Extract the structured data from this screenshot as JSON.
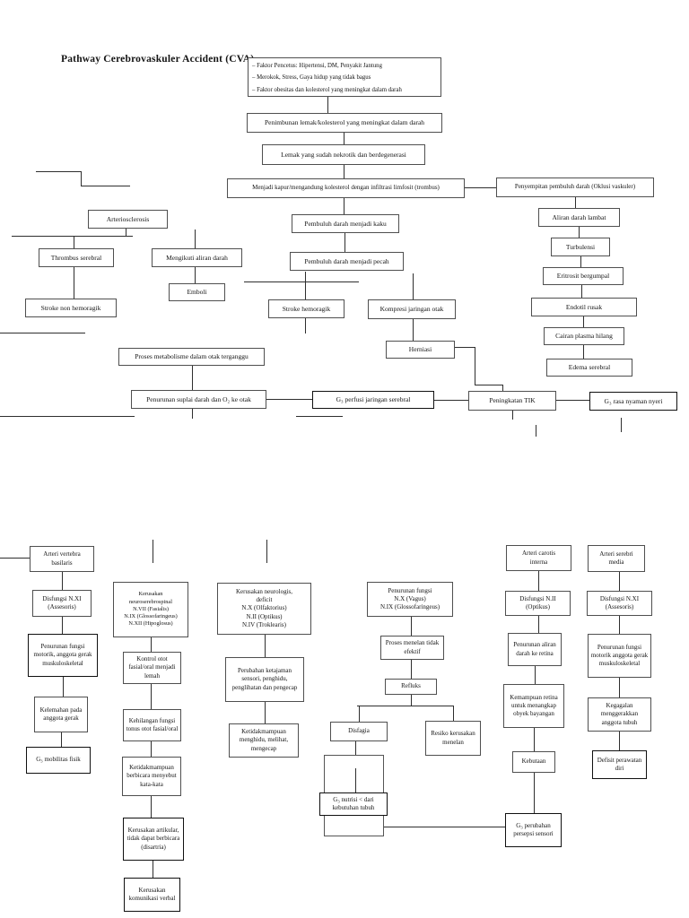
{
  "page": {
    "title": "Pathway Cerebrovaskuler Accident (CVA)"
  },
  "nodes": {
    "risk_factors": "– Faktor Pencetus: Hipertensi, DM, Penyakit Jantung\n– Merokok, Stress, Gaya hidup yang tidak bagus\n– Faktor obesitas dan kolesterol yang meningkat dalam darah",
    "penimbunan": "Penimbunan lemak/kolesterol yang meningkat dalam darah",
    "lemak_nekrotik": "Lemak yang sudah nekrotik dan berdegenerasi",
    "menjadi_kapur": "Menjadi kapur/mengandung kolesterol dengan infiltrasi limfosit (trombus)",
    "penyempitan": "Penyempitan pembuluh darah (Oklusi vaskuler)",
    "aliran_lambat": "Aliran darah lambat",
    "turbulensi": "Turbulensi",
    "eritrosit": "Eritrosit bergumpal",
    "endotil": "Endotil rusak",
    "cairan_plasma": "Cairan plasma hilang",
    "edema": "Edema serebral",
    "arteriosclerosis": "Arteriosclerosis",
    "thrombus": "Thrombus serebral",
    "mengikuti": "Mengikuti aliran darah",
    "emboli": "Emboli",
    "stroke_non": "Stroke non hemoragik",
    "kaku": "Pembuluh darah menjadi kaku",
    "pecah": "Pembuluh darah menjadi pecah",
    "stroke_hem": "Stroke hemoragik",
    "kompresi": "Kompresi jaringan otak",
    "herniasi": "Herniasi",
    "metabolisme": "Proses metabolisme dalam otak terganggu",
    "suplai": "Penurunan suplai darah dan O₂ ke otak",
    "perfusi": "G₃ perfusi jaringan serebral",
    "tik": "Peningkatan TIK",
    "nyeri": "G₃ rasa nyaman nyeri",
    "vertebra": "Arteri vertebra\nbasilaris",
    "disfungsi_xi_a": "Disfungsi N.XI\n(Assesoris)",
    "motorik_a": "Penurunan fungsi motorik, anggota gerak muskuloskeletal",
    "kelemahan": "Kelemahan pada anggota gerak",
    "mobilitas": "G₃ mobilitas fisik",
    "neuroserebro": "Kerusakan\nneuroserebrospinal\nN.VII (Fasialis)\nN.IX (Glossofaringeus)\nN.XII (Hipoglosus)",
    "kontrol": "Kontrol otot fasial/oral menjadi lemah",
    "kehilangan": "Kehilangan fungsi tonus otot fasial/oral",
    "ketidakmampuan_bicara": "Ketidakmampuan berbicara menyebut kata-kata",
    "artikular": "Kerusakan artikular, tidak dapat berbicara (disartria)",
    "komunikasi": "Kerusakan komunikasi verbal",
    "neurologis": "Kerusakan neurologis,\ndeficit\nN.X (Olfaktorius)\nN.II (Optikus)\nN.IV (Troklearis)",
    "ketajaman": "Perubahan ketajaman sensori, penghidu, penglihatan dan pengecap",
    "menghidu": "Ketidakmampuan menghidu, melihat, mengecap",
    "penurunan_nx": "Penurunan fungsi\nN.X (Vagus)\nN.IX (Glossofaringeus)",
    "proses_menelan": "Proses menelan tidak efektif",
    "refluks": "Refluks",
    "disfagia": "Disfagia",
    "resiko": "Resiko kerusakan menelan",
    "nutrisi": "G₃ nutrisi < dari kebutuhan tubuh",
    "persepsi": "G₃ perubahan persepsi sensori",
    "carotis": "Arteri carotis\ninterna",
    "disfungsi_nii": "Disfungsi N.II\n(Optikus)",
    "retina": "Penurunan aliran darah ke retina",
    "kemampuan": "Kemampuan retina untuk menangkap obyek bayangan",
    "kebutaan": "Kebutaan",
    "serebri": "Arteri serebri\nmedia",
    "disfungsi_xi_f": "Disfungsi N.XI\n(Assesoris)",
    "motorik_f": "Penurunan fungsi motorik anggota gerak muskuloskeletal",
    "kegagalan": "Kegagalan menggerakkan anggota tubuh",
    "defisit": "Defisit perawatan diri"
  }
}
